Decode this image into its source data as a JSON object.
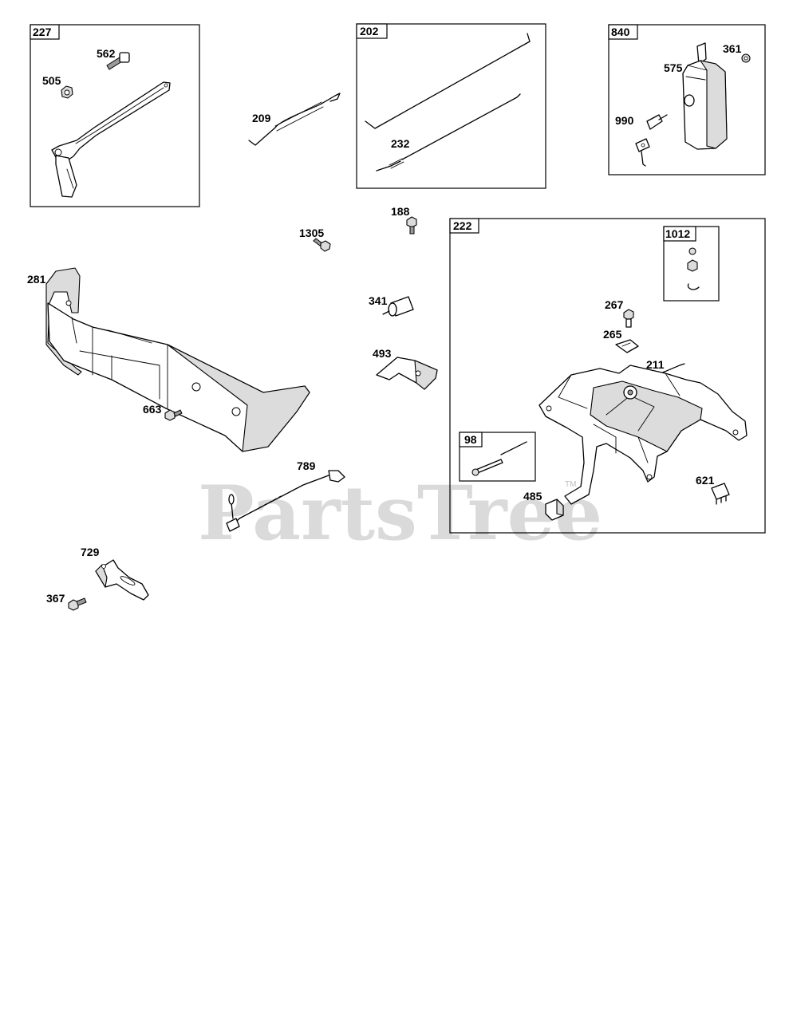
{
  "diagram": {
    "labels": {
      "p227": "227",
      "p562": "562",
      "p505": "505",
      "p209": "209",
      "p202": "202",
      "p232": "232",
      "p840": "840",
      "p361": "361",
      "p575": "575",
      "p990": "990",
      "p188": "188",
      "p1305": "1305",
      "p281": "281",
      "p663": "663",
      "p341": "341",
      "p493": "493",
      "p222": "222",
      "p1012": "1012",
      "p267": "267",
      "p265": "265",
      "p211": "211",
      "p98": "98",
      "p485": "485",
      "p621": "621",
      "p789": "789",
      "p729": "729",
      "p367": "367"
    },
    "watermark": {
      "text": "PartsTree",
      "trademark": "TM"
    }
  }
}
